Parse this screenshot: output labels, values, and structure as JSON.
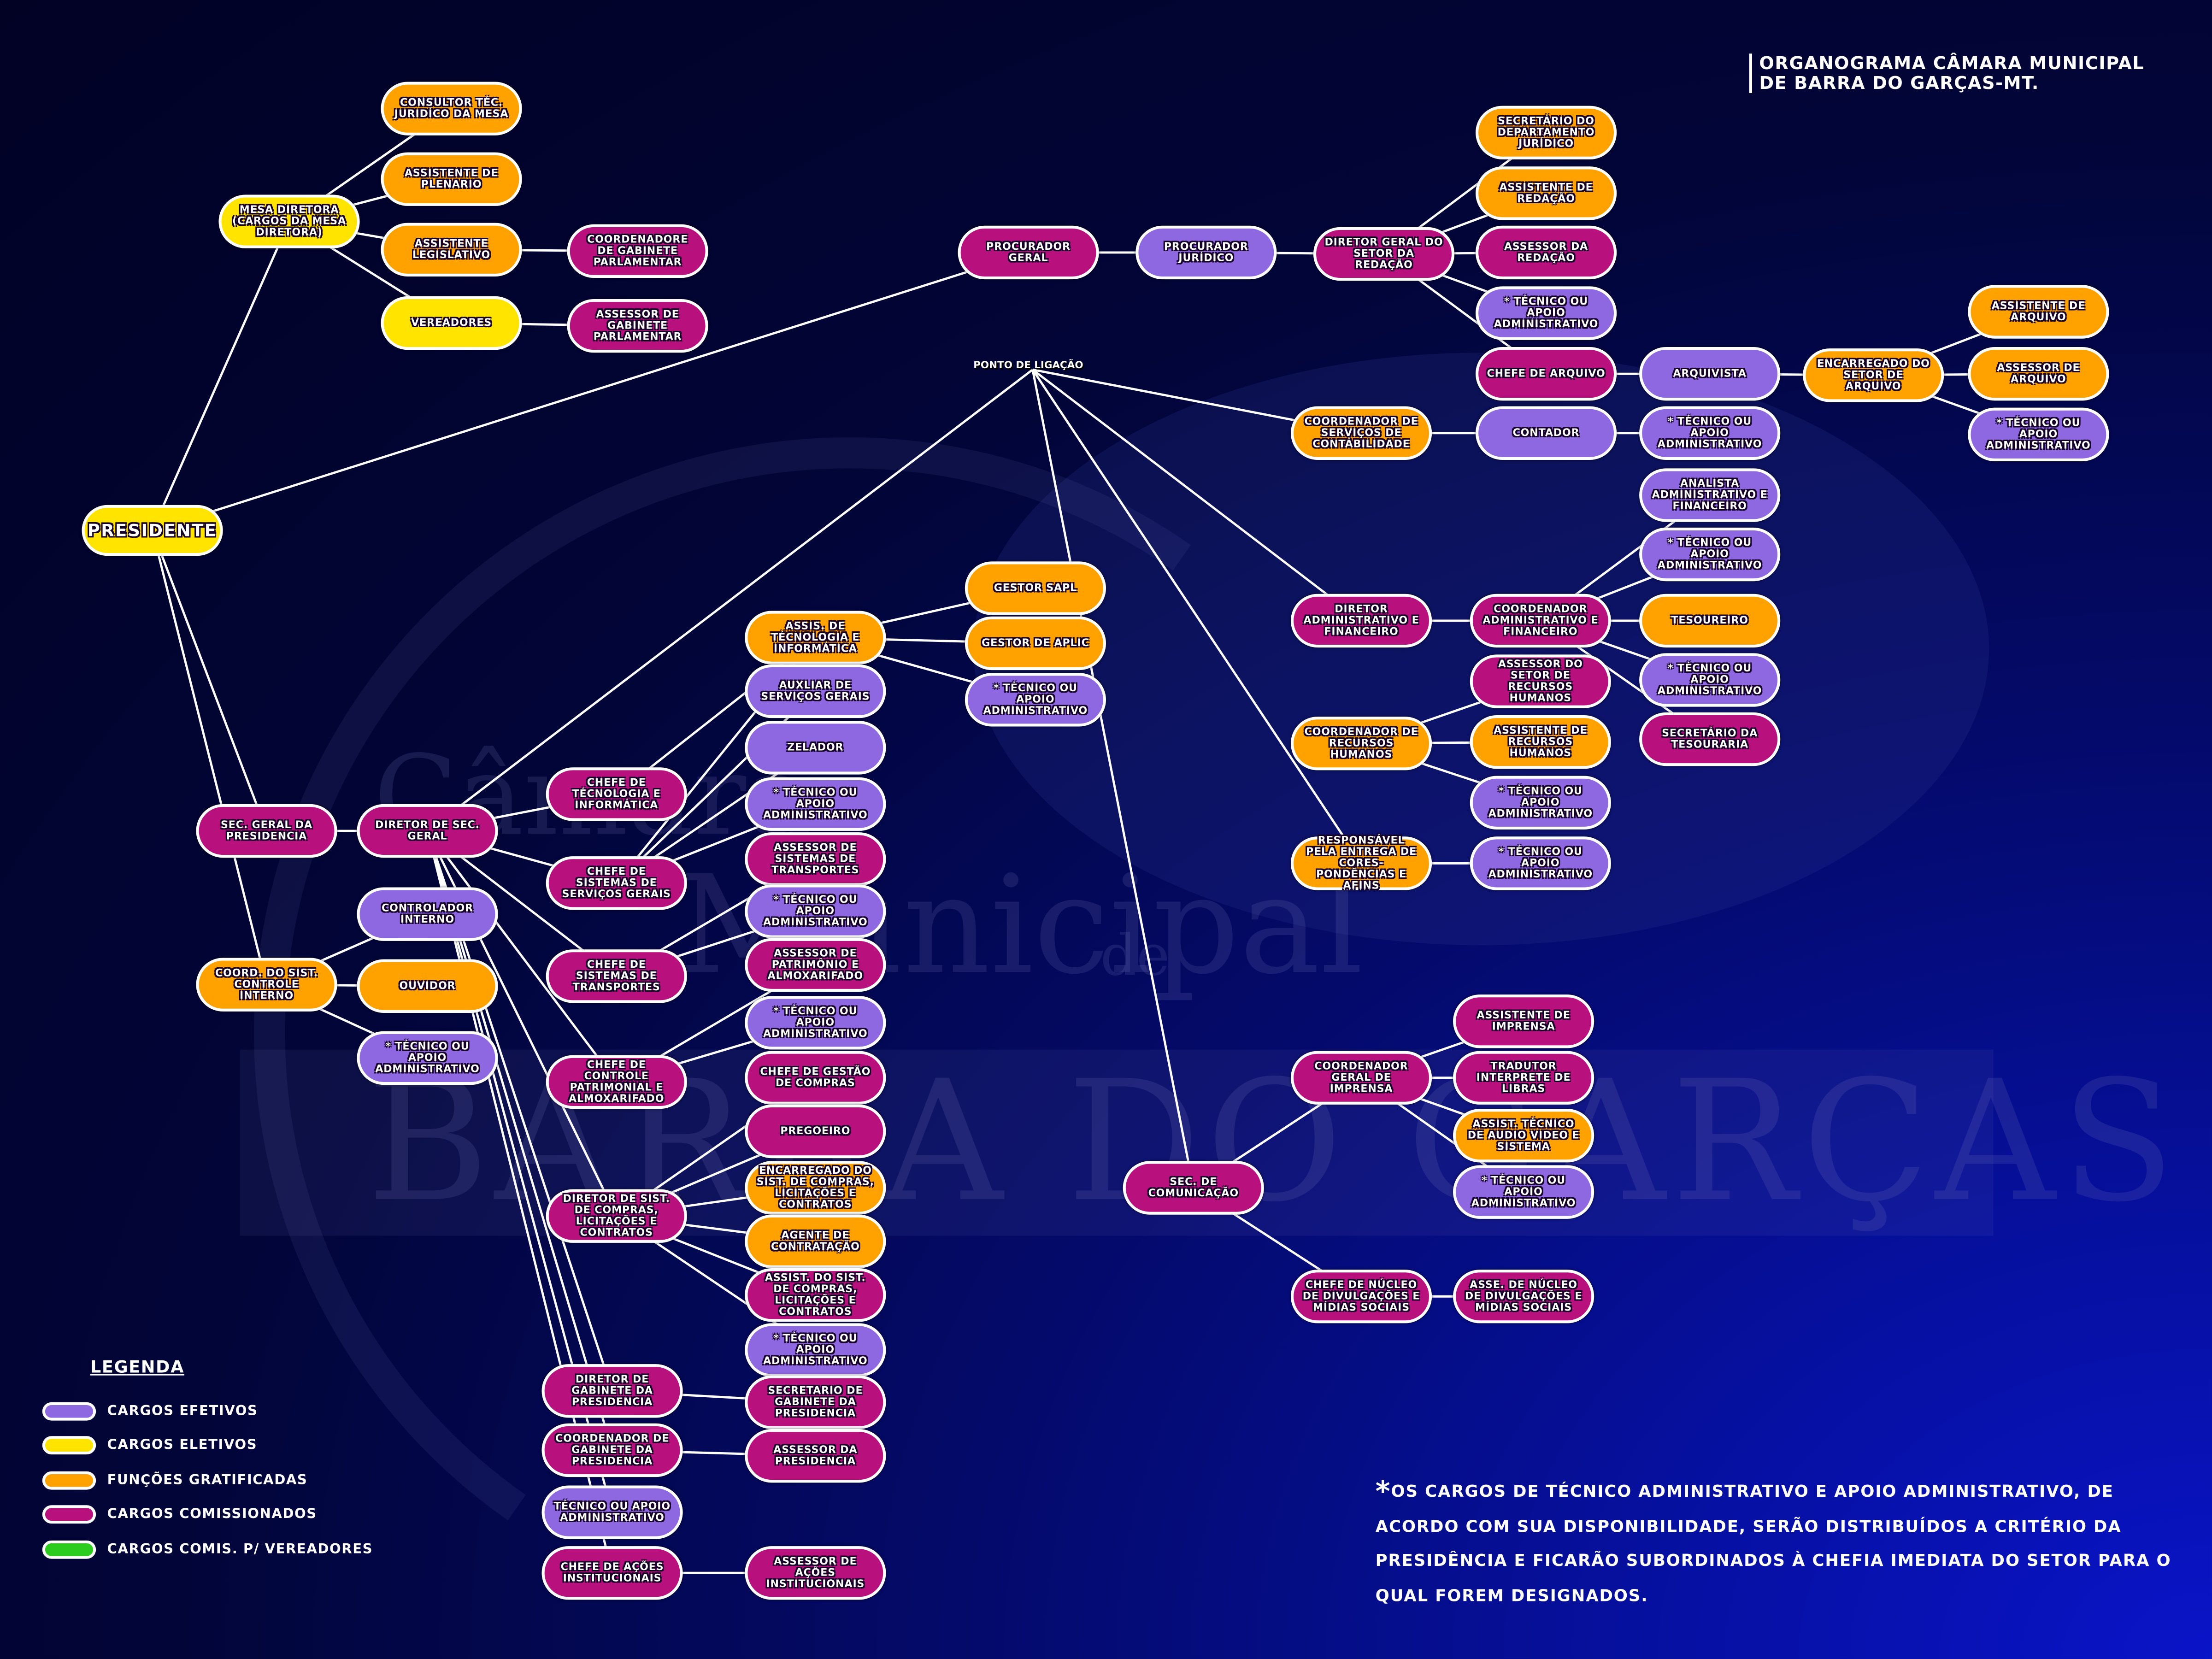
{
  "title": {
    "line1": "ORGANOGRAMA CÂMARA MUNICIPAL",
    "line2": "DE BARRA DO GARÇAS-MT."
  },
  "watermark": {
    "line1": "Câmara",
    "line2": "Municipal",
    "line3": "de",
    "line4": "BARRA DO GARÇAS"
  },
  "connector_label": "PONTO DE LIGAÇÃO",
  "colors": {
    "efetivo": "#8d68e0",
    "eletivo": "#ffe400",
    "gratificada": "#ffa200",
    "comissionado": "#b8107c",
    "vereadores": "#2ccc1e"
  },
  "legend": {
    "title": "LEGENDA",
    "items": [
      {
        "type": "efetivo",
        "label": "CARGOS EFETIVOS"
      },
      {
        "type": "eletivo",
        "label": "CARGOS ELETIVOS"
      },
      {
        "type": "gratificada",
        "label": "FUNÇÕES GRATIFICADAS"
      },
      {
        "type": "comissionado",
        "label": "CARGOS COMISSIONADOS"
      },
      {
        "type": "vereadores",
        "label": "CARGOS COMIS. P/ VEREADORES"
      }
    ]
  },
  "footnote": {
    "star": "*",
    "text": "OS CARGOS DE TÉCNICO ADMINISTRATIVO E APOIO ADMINISTRATIVO, DE ACORDO COM SUA DISPONIBILIDADE, SERÃO DISTRIBUÍDOS A CRITÉRIO DA PRESIDÊNCIA E FICARÃO SUBORDINADOS À CHEFIA IMEDIATA DO SETOR PARA O QUAL FOREM DESIGNADOS."
  },
  "nodes": [
    {
      "id": "presidente",
      "label": "PRESIDENTE",
      "type": "eletivo"
    },
    {
      "id": "mesa",
      "label": "MESA DIRETORA (CARGOS DA MESA DIRETORA)",
      "type": "eletivo"
    },
    {
      "id": "consultor",
      "label": "CONSULTOR TÉC. JURIDÍCO DA MESA",
      "type": "gratificada"
    },
    {
      "id": "assist_plenario",
      "label": "ASSISTENTE DE PLENARIO",
      "type": "gratificada"
    },
    {
      "id": "assist_legis",
      "label": "ASSISTENTE LEGISLATIVO",
      "type": "gratificada"
    },
    {
      "id": "vereadores",
      "label": "VEREADORES",
      "type": "eletivo"
    },
    {
      "id": "coord_gab_parl",
      "label": "COORDENADORE DE GABINETE PARLAMENTAR",
      "type": "comissionado"
    },
    {
      "id": "assessor_gab_parl",
      "label": "ASSESSOR DE GABINETE PARLAMENTAR",
      "type": "comissionado"
    },
    {
      "id": "procurador_geral",
      "label": "PROCURADOR GERAL",
      "type": "comissionado"
    },
    {
      "id": "procurador_juridico",
      "label": "PROCURADOR JURÍDICO",
      "type": "efetivo"
    },
    {
      "id": "diretor_redacao",
      "label": "DIRETOR GERAL DO SETOR DA REDAÇÃO",
      "type": "comissionado"
    },
    {
      "id": "secretario_dep_jur",
      "label": "SECRETÁRIO DO DEPARTAMENTO JURÍDICO",
      "type": "gratificada"
    },
    {
      "id": "assist_redacao",
      "label": "ASSISTENTE DE REDAÇÃO",
      "type": "gratificada"
    },
    {
      "id": "assessor_redacao",
      "label": "ASSESSOR DA REDAÇÃO",
      "type": "comissionado"
    },
    {
      "id": "tec1",
      "label": "* TÉCNICO OU APOIO ADMINISTRATIVO",
      "type": "efetivo"
    },
    {
      "id": "chefe_arquivo",
      "label": "CHEFE DE ARQUIVO",
      "type": "comissionado"
    },
    {
      "id": "arquivista",
      "label": "ARQUIVISTA",
      "type": "efetivo"
    },
    {
      "id": "encarregado_arquivo",
      "label": "ENCARREGADO DO SETOR DE ARQUIVO",
      "type": "gratificada"
    },
    {
      "id": "assist_arquivo",
      "label": "ASSISTENTE DE ARQUIVO",
      "type": "gratificada"
    },
    {
      "id": "assessor_arquivo",
      "label": "ASSESSOR DE ARQUIVO",
      "type": "gratificada"
    },
    {
      "id": "tec2",
      "label": "* TÉCNICO OU APOIO ADMINISTRATIVO",
      "type": "efetivo"
    },
    {
      "id": "coord_contab",
      "label": "COORDENADOR DE SERVIÇOS DE CONTÁBILIDADE",
      "type": "gratificada"
    },
    {
      "id": "contador",
      "label": "CONTADOR",
      "type": "efetivo"
    },
    {
      "id": "tec3",
      "label": "* TÉCNICO OU APOIO ADMINISTRATIVO",
      "type": "efetivo"
    },
    {
      "id": "analista",
      "label": "ANALISTA ADMINISTRATIVO E FINANCEIRO",
      "type": "efetivo"
    },
    {
      "id": "tec4",
      "label": "* TÉCNICO OU APOIO ADMINISTRATIVO",
      "type": "efetivo"
    },
    {
      "id": "tesoureiro",
      "label": "TESOUREIRO",
      "type": "gratificada"
    },
    {
      "id": "tec5",
      "label": "* TÉCNICO OU APOIO ADMINISTRATIVO",
      "type": "efetivo"
    },
    {
      "id": "secretario_tesouraria",
      "label": "SECRETÁRIO DA TESOURARIA",
      "type": "comissionado"
    },
    {
      "id": "diretor_adm_fin",
      "label": "DIRETOR ADMINISTRATIVO E FINANCEIRO",
      "type": "comissionado"
    },
    {
      "id": "coord_adm_fin",
      "label": "COORDENADOR ADMINISTRATIVO E FINANCEIRO",
      "type": "comissionado"
    },
    {
      "id": "coord_rh",
      "label": "COORDENADOR DE RECURSOS HUMANOS",
      "type": "gratificada"
    },
    {
      "id": "assessor_rh",
      "label": "ASSESSOR DO SETOR DE RECURSOS HUMANOS",
      "type": "comissionado"
    },
    {
      "id": "assistente_rh",
      "label": "ASSISTENTE DE RECURSOS HUMANOS",
      "type": "gratificada"
    },
    {
      "id": "tec6",
      "label": "* TÉCNICO OU APOIO ADMINISTRATIVO",
      "type": "efetivo"
    },
    {
      "id": "responsavel_entrega",
      "label": "RESPONSÁVEL PELA ENTREGA DE CORES- PONDÊNCIAS E AFINS",
      "type": "gratificada"
    },
    {
      "id": "tec7",
      "label": "* TÉCNICO OU APOIO ADMINISTRATIVO",
      "type": "efetivo"
    },
    {
      "id": "sec_comunicacao",
      "label": "SEC. DE COMUNICAÇÃO",
      "type": "comissionado"
    },
    {
      "id": "coord_imprensa",
      "label": "COORDENADOR GERAL DE IMPRENSA",
      "type": "comissionado"
    },
    {
      "id": "assist_imprensa",
      "label": "ASSISTENTE DE IMPRENSA",
      "type": "comissionado"
    },
    {
      "id": "tradutor",
      "label": "TRADUTOR INTERPRETE DE LIBRAS",
      "type": "comissionado"
    },
    {
      "id": "assist_audio",
      "label": "ASSIST. TÉCNICO DE AUDIO VIDEO E SISTEMA",
      "type": "gratificada"
    },
    {
      "id": "tec8",
      "label": "* TÉCNICO OU APOIO ADMINISTRATIVO",
      "type": "efetivo"
    },
    {
      "id": "chefe_nucleo",
      "label": "CHEFE DE NÚCLEO DE DIVULGAÇÕES E MÍDIAS SOCIAIS",
      "type": "comissionado"
    },
    {
      "id": "asse_nucleo",
      "label": "ASSE. DE NÚCLEO DE DIVULGAÇÕES E MÍDIAS SOCIAIS",
      "type": "comissionado"
    },
    {
      "id": "sec_geral_pres",
      "label": "SEC. GERAL DA PRESIDENCIA",
      "type": "comissionado"
    },
    {
      "id": "diretor_sec_geral",
      "label": "DIRETOR DE SEC. GERAL",
      "type": "comissionado"
    },
    {
      "id": "coord_controle",
      "label": "COORD. DO SIST. CONTROLE INTERNO",
      "type": "gratificada"
    },
    {
      "id": "controlador",
      "label": "CONTROLADOR INTERNO",
      "type": "efetivo"
    },
    {
      "id": "ouvidor",
      "label": "OUVIDOR",
      "type": "gratificada"
    },
    {
      "id": "tec9",
      "label": "* TÉCNICO OU APOIO ADMINISTRATIVO",
      "type": "efetivo"
    },
    {
      "id": "chefe_tec_info",
      "label": "CHEFE DE TÉCNOLOGIA E INFORMÁTICA",
      "type": "comissionado"
    },
    {
      "id": "chefe_serv_gerais",
      "label": "CHEFE DE SISTEMAS DE SERVIÇOS GERAIS",
      "type": "comissionado"
    },
    {
      "id": "chefe_transportes",
      "label": "CHEFE DE SISTEMAS DE TRANSPORTES",
      "type": "comissionado"
    },
    {
      "id": "chefe_controle_patr",
      "label": "CHEFE DE CONTROLE PATRIMONIAL E ALMOXARIFADO",
      "type": "comissionado"
    },
    {
      "id": "diretor_compras",
      "label": "DIRETOR DE SIST. DE COMPRAS, LICITAÇÕES E CONTRATOS",
      "type": "comissionado"
    },
    {
      "id": "diretor_gab_pres",
      "label": "DIRETOR DE GABINETE DA PRESIDENCIA",
      "type": "comissionado"
    },
    {
      "id": "coord_gab_pres",
      "label": "COORDENADOR DE GABINETE DA PRESIDENCIA",
      "type": "comissionado"
    },
    {
      "id": "tec10",
      "label": "TÉCNICO OU APOIO ADMINISTRATIVO",
      "type": "efetivo"
    },
    {
      "id": "chefe_acoes",
      "label": "CHEFE DE AÇÕES INSTITUCIONAIS",
      "type": "comissionado"
    },
    {
      "id": "assis_tec_info",
      "label": "ASSIS. DE TÉCNOLOGIA E INFORMÁTICA",
      "type": "gratificada"
    },
    {
      "id": "gestor_sapl",
      "label": "GESTOR SAPL",
      "type": "gratificada"
    },
    {
      "id": "gestor_aplic",
      "label": "GESTOR DE APLIC",
      "type": "gratificada"
    },
    {
      "id": "tec11",
      "label": "* TÉCNICO OU APOIO ADMINISTRATIVO",
      "type": "efetivo"
    },
    {
      "id": "auxiliar_serv",
      "label": "AUXLIAR DE SERVIÇOS GERAIS",
      "type": "efetivo"
    },
    {
      "id": "zelador",
      "label": "ZELADOR",
      "type": "efetivo"
    },
    {
      "id": "tec12",
      "label": "* TÉCNICO OU APOIO ADMINISTRATIVO",
      "type": "efetivo"
    },
    {
      "id": "assessor_transportes",
      "label": "ASSESSOR DE SISTEMAS DE TRANSPORTES",
      "type": "comissionado"
    },
    {
      "id": "tec13",
      "label": "* TÉCNICO OU APOIO ADMINISTRATIVO",
      "type": "efetivo"
    },
    {
      "id": "assessor_patrimonio",
      "label": "ASSESSOR DE PATRIMÔNIO E ALMOXARIFADO",
      "type": "comissionado"
    },
    {
      "id": "tec14",
      "label": "* TÉCNICO OU APOIO ADMINISTRATIVO",
      "type": "efetivo"
    },
    {
      "id": "chefe_gestao_compras",
      "label": "CHEFE DE GESTÃO DE COMPRAS",
      "type": "comissionado"
    },
    {
      "id": "pregoeiro",
      "label": "PREGOEIRO",
      "type": "comissionado"
    },
    {
      "id": "encarregado_compras",
      "label": "ENCARREGADO DO SIST. DE COMPRAS, LICITAÇÕES E CONTRATOS",
      "type": "gratificada"
    },
    {
      "id": "agente_contratacao",
      "label": "AGENTE DE CONTRATAÇÃO",
      "type": "gratificada"
    },
    {
      "id": "assist_compras",
      "label": "ASSIST. DO SIST. DE COMPRAS, LICITAÇÕES E CONTRATOS",
      "type": "comissionado"
    },
    {
      "id": "tec15",
      "label": "* TÉCNICO OU APOIO ADMINISTRATIVO",
      "type": "efetivo"
    },
    {
      "id": "secretario_gab_pres",
      "label": "SECRETARIO DE GABINETE DA PRESIDENCIA",
      "type": "comissionado"
    },
    {
      "id": "assessor_presidencia",
      "label": "ASSESSOR DA PRESIDENCIA",
      "type": "comissionado"
    },
    {
      "id": "assessor_acoes",
      "label": "ASSESSOR DE AÇÕES INSTITUCIONAIS",
      "type": "comissionado"
    }
  ],
  "edges": [
    [
      "presidente",
      "mesa"
    ],
    [
      "presidente",
      "procurador_geral"
    ],
    [
      "presidente",
      "sec_geral_pres"
    ],
    [
      "presidente",
      "coord_controle"
    ],
    [
      "mesa",
      "consultor"
    ],
    [
      "mesa",
      "assist_plenario"
    ],
    [
      "mesa",
      "assist_legis"
    ],
    [
      "mesa",
      "vereadores"
    ],
    [
      "assist_legis",
      "coord_gab_parl"
    ],
    [
      "vereadores",
      "assessor_gab_parl"
    ],
    [
      "procurador_geral",
      "procurador_juridico"
    ],
    [
      "procurador_juridico",
      "diretor_redacao"
    ],
    [
      "diretor_redacao",
      "secretario_dep_jur"
    ],
    [
      "diretor_redacao",
      "assist_redacao"
    ],
    [
      "diretor_redacao",
      "assessor_redacao"
    ],
    [
      "diretor_redacao",
      "tec1"
    ],
    [
      "diretor_redacao",
      "chefe_arquivo"
    ],
    [
      "chefe_arquivo",
      "arquivista"
    ],
    [
      "arquivista",
      "encarregado_arquivo"
    ],
    [
      "encarregado_arquivo",
      "assist_arquivo"
    ],
    [
      "encarregado_arquivo",
      "assessor_arquivo"
    ],
    [
      "encarregado_arquivo",
      "tec2"
    ],
    [
      "ponto",
      "coord_contab"
    ],
    [
      "ponto",
      "diretor_adm_fin"
    ],
    [
      "ponto",
      "responsavel_entrega"
    ],
    [
      "ponto",
      "sec_comunicacao"
    ],
    [
      "ponto",
      "diretor_sec_geral"
    ],
    [
      "coord_contab",
      "contador"
    ],
    [
      "contador",
      "tec3"
    ],
    [
      "diretor_adm_fin",
      "coord_adm_fin"
    ],
    [
      "coord_adm_fin",
      "analista"
    ],
    [
      "coord_adm_fin",
      "tec4"
    ],
    [
      "coord_adm_fin",
      "tesoureiro"
    ],
    [
      "coord_adm_fin",
      "tec5"
    ],
    [
      "coord_adm_fin",
      "secretario_tesouraria"
    ],
    [
      "coord_rh",
      "assessor_rh"
    ],
    [
      "coord_rh",
      "assistente_rh"
    ],
    [
      "coord_rh",
      "tec6"
    ],
    [
      "responsavel_entrega",
      "tec7"
    ],
    [
      "sec_comunicacao",
      "coord_imprensa"
    ],
    [
      "sec_comunicacao",
      "chefe_nucleo"
    ],
    [
      "coord_imprensa",
      "assist_imprensa"
    ],
    [
      "coord_imprensa",
      "tradutor"
    ],
    [
      "coord_imprensa",
      "assist_audio"
    ],
    [
      "coord_imprensa",
      "tec8"
    ],
    [
      "chefe_nucleo",
      "asse_nucleo"
    ],
    [
      "sec_geral_pres",
      "diretor_sec_geral"
    ],
    [
      "diretor_sec_geral",
      "chefe_tec_info"
    ],
    [
      "diretor_sec_geral",
      "chefe_serv_gerais"
    ],
    [
      "diretor_sec_geral",
      "chefe_transportes"
    ],
    [
      "diretor_sec_geral",
      "chefe_controle_patr"
    ],
    [
      "diretor_sec_geral",
      "diretor_compras"
    ],
    [
      "diretor_sec_geral",
      "diretor_gab_pres"
    ],
    [
      "diretor_sec_geral",
      "coord_gab_pres"
    ],
    [
      "diretor_sec_geral",
      "tec10"
    ],
    [
      "diretor_sec_geral",
      "chefe_acoes"
    ],
    [
      "coord_controle",
      "controlador"
    ],
    [
      "coord_controle",
      "ouvidor"
    ],
    [
      "coord_controle",
      "tec9"
    ],
    [
      "chefe_tec_info",
      "assis_tec_info"
    ],
    [
      "assis_tec_info",
      "gestor_sapl"
    ],
    [
      "assis_tec_info",
      "gestor_aplic"
    ],
    [
      "assis_tec_info",
      "tec11"
    ],
    [
      "chefe_serv_gerais",
      "assis_tec_info"
    ],
    [
      "chefe_serv_gerais",
      "auxiliar_serv"
    ],
    [
      "chefe_serv_gerais",
      "zelador"
    ],
    [
      "chefe_serv_gerais",
      "tec12"
    ],
    [
      "chefe_transportes",
      "assessor_transportes"
    ],
    [
      "chefe_transportes",
      "tec13"
    ],
    [
      "chefe_controle_patr",
      "assessor_patrimonio"
    ],
    [
      "chefe_controle_patr",
      "tec14"
    ],
    [
      "diretor_compras",
      "chefe_gestao_compras"
    ],
    [
      "diretor_compras",
      "pregoeiro"
    ],
    [
      "diretor_compras",
      "encarregado_compras"
    ],
    [
      "diretor_compras",
      "agente_contratacao"
    ],
    [
      "diretor_compras",
      "assist_compras"
    ],
    [
      "diretor_compras",
      "tec15"
    ],
    [
      "diretor_gab_pres",
      "secretario_gab_pres"
    ],
    [
      "coord_gab_pres",
      "assessor_presidencia"
    ],
    [
      "chefe_acoes",
      "assessor_acoes"
    ]
  ]
}
